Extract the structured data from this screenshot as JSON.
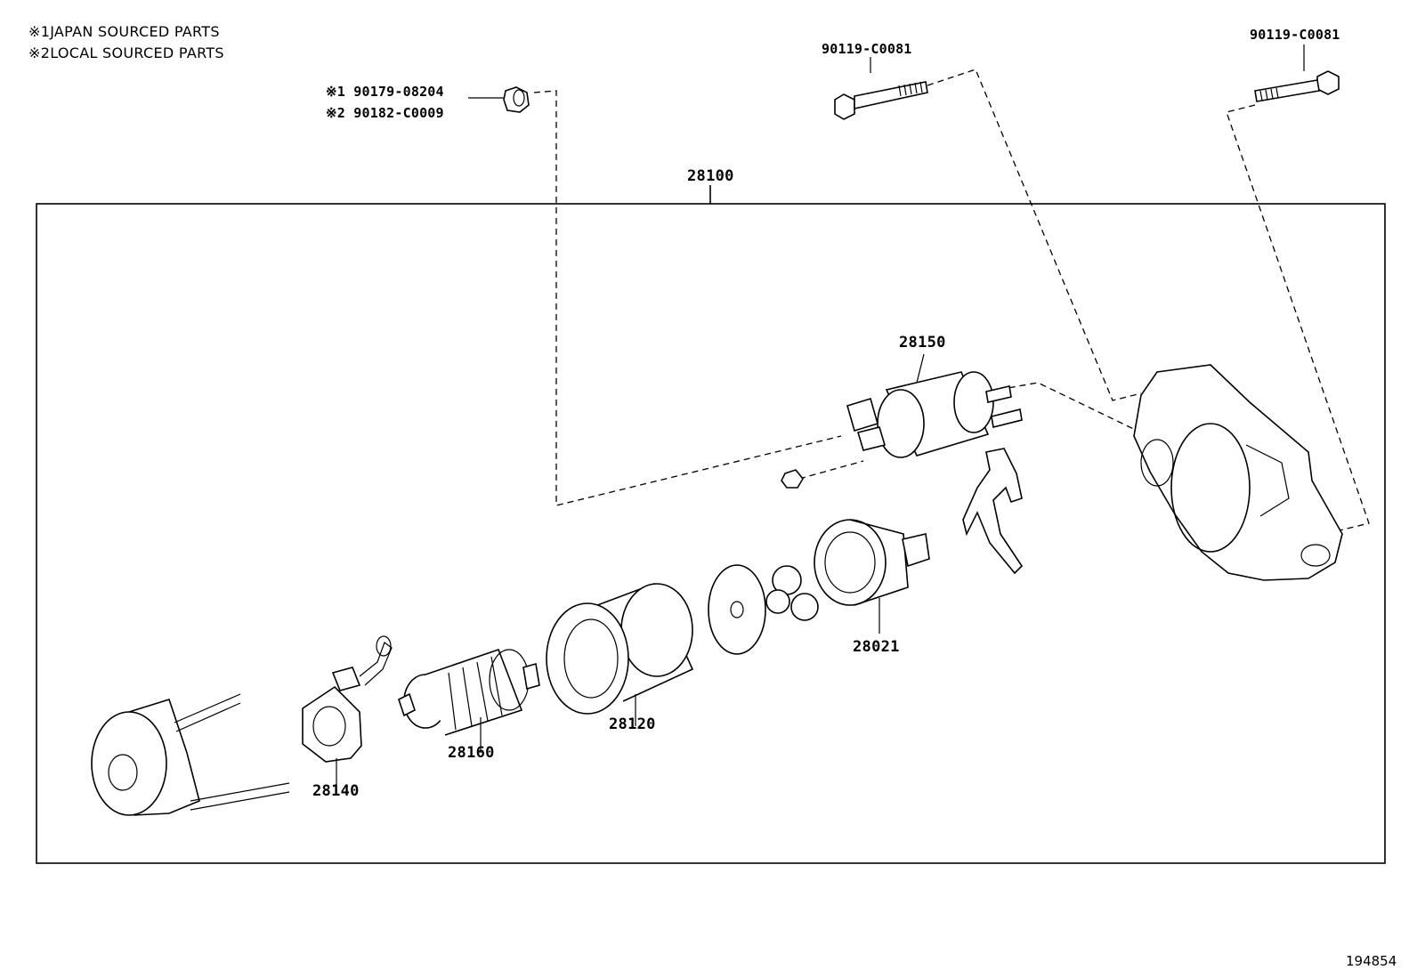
{
  "notes": [
    {
      "mark": "※1",
      "text": "JAPAN SOURCED PARTS"
    },
    {
      "mark": "※2",
      "text": "LOCAL SOURCED PARTS"
    }
  ],
  "nut_callout": {
    "line1_mark": "※1",
    "line1_part": "90179-08204",
    "line2_mark": "※2",
    "line2_part": "90182-C0009"
  },
  "bolt_labels": [
    "90119-C0081",
    "90119-C0081"
  ],
  "assembly_label": "28100",
  "parts": {
    "solenoid": "28150",
    "clutch": "28021",
    "yoke": "28120",
    "armature": "28160",
    "brush_holder": "28140"
  },
  "figure_number": "194854"
}
